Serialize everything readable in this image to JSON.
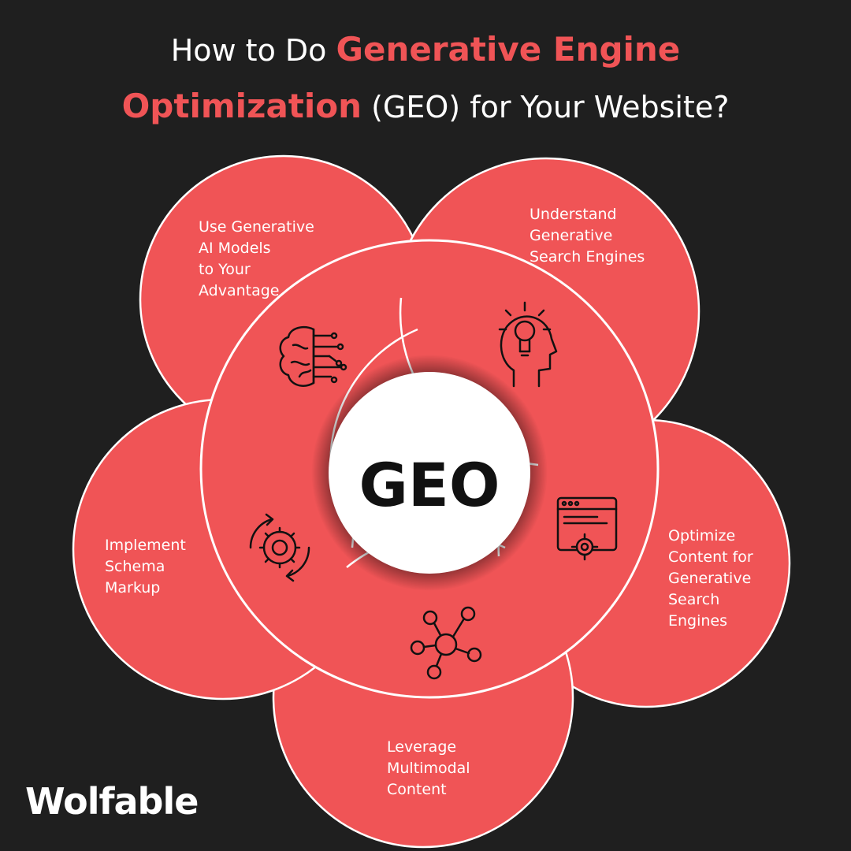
{
  "title": {
    "line1_pre": "How to Do",
    "line1_highlight": "Generative Engine",
    "line2_highlight": "Optimization",
    "line2_post": "(GEO) for Your Website?"
  },
  "center": {
    "label": "GEO"
  },
  "petals": [
    {
      "lines": [
        "Use Generative",
        "AI Models",
        "to Your",
        "Advantage"
      ],
      "icon": "brain-circuit-icon"
    },
    {
      "lines": [
        "Understand",
        "Generative",
        "Search Engines"
      ],
      "icon": "lightbulb-head-icon"
    },
    {
      "lines": [
        "Optimize",
        "Content for",
        "Generative",
        "Search",
        "Engines"
      ],
      "icon": "browser-gear-icon"
    },
    {
      "lines": [
        "Leverage",
        "Multimodal",
        "Content"
      ],
      "icon": "network-nodes-icon"
    },
    {
      "lines": [
        "Implement",
        "Schema",
        "Markup"
      ],
      "icon": "gear-cycle-icon"
    }
  ],
  "brand": {
    "logo_text": "Wolfable"
  },
  "colors": {
    "background": "#1f1f1f",
    "accent": "#f05456",
    "text": "#ffffff"
  }
}
